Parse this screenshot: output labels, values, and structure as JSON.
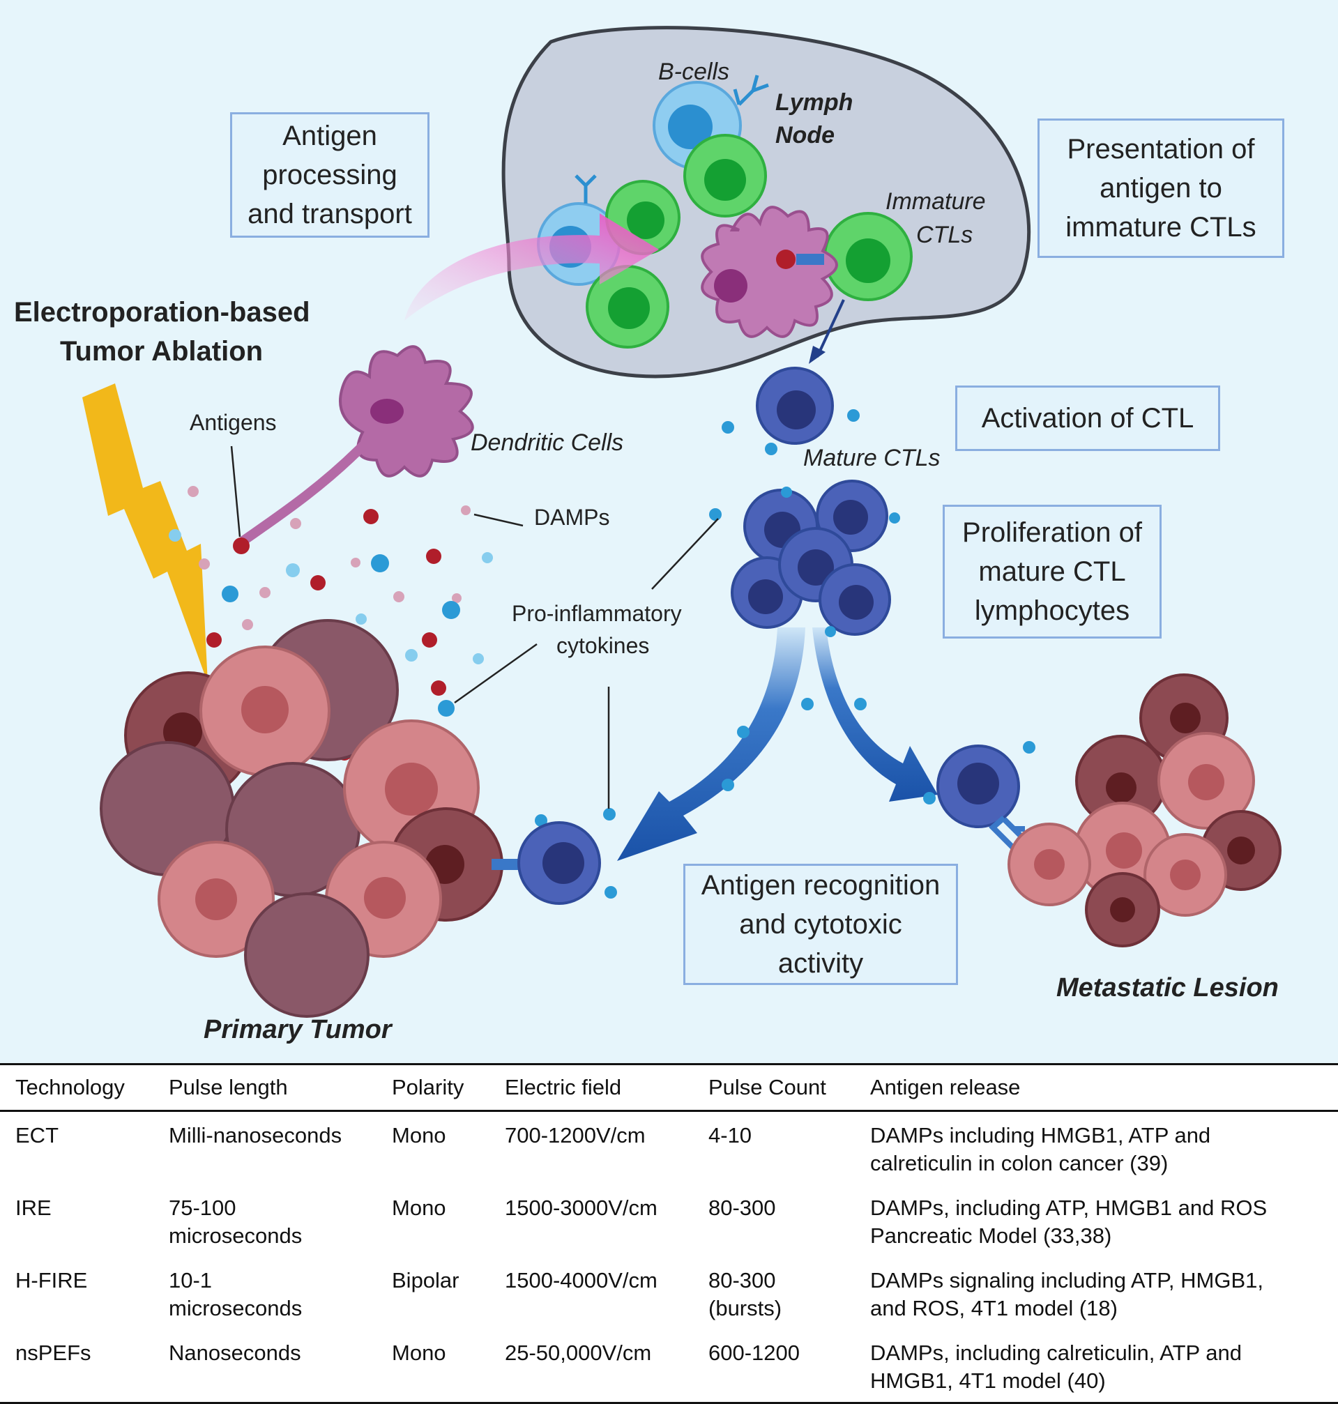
{
  "diagram": {
    "title_line1": "Electroporation-based",
    "title_line2": "Tumor Ablation",
    "labels": {
      "b_cells": "B-cells",
      "lymph_node_1": "Lymph",
      "lymph_node_2": "Node",
      "immature_ctls_1": "Immature",
      "immature_ctls_2": "CTLs",
      "antigens": "Antigens",
      "dendritic_cells": "Dendritic Cells",
      "damps": "DAMPs",
      "mature_ctls": "Mature CTLs",
      "cytokines_1": "Pro-inflammatory",
      "cytokines_2": "cytokines",
      "primary_tumor": "Primary Tumor",
      "metastatic_lesion": "Metastatic Lesion"
    },
    "boxes": {
      "antigen_processing": [
        "Antigen",
        "processing",
        "and transport"
      ],
      "presentation": [
        "Presentation of",
        "antigen to",
        "immature CTLs"
      ],
      "activation": [
        "Activation of CTL"
      ],
      "proliferation": [
        "Proliferation of",
        "mature CTL",
        "lymphocytes"
      ],
      "recognition": [
        "Antigen recognition",
        "and cytotoxic",
        "activity"
      ]
    },
    "colors": {
      "background": "#e6f5fb",
      "lymph_node": "#c8d0de",
      "b_cell": "#8fcdf0",
      "ctl_immature": "#5fd46a",
      "ctl_mature": "#4b62b8",
      "dendritic": "#b46aa6",
      "arrow_blue": "#1f5bb0",
      "arrow_pink": "#e84fc0",
      "lightning": "#f2b81a",
      "tumor": "#b5727a"
    }
  },
  "table": {
    "headers": [
      "Technology",
      "Pulse length",
      "Polarity",
      "Electric field",
      "Pulse Count",
      "Antigen release"
    ],
    "rows": [
      {
        "technology": "ECT",
        "pulse_length": [
          "Milli-nanoseconds"
        ],
        "polarity": "Mono",
        "electric_field": "700-1200V/cm",
        "pulse_count": [
          "4-10"
        ],
        "antigen_release": [
          "DAMPs including HMGB1, ATP and",
          "calreticulin in colon cancer (39)"
        ]
      },
      {
        "technology": "IRE",
        "pulse_length": [
          "75-100",
          "microseconds"
        ],
        "polarity": "Mono",
        "electric_field": "1500-3000V/cm",
        "pulse_count": [
          "80-300"
        ],
        "antigen_release": [
          "DAMPs, including ATP, HMGB1 and ROS",
          "Pancreatic Model (33,38)"
        ]
      },
      {
        "technology": "H-FIRE",
        "pulse_length": [
          "10-1",
          "microseconds"
        ],
        "polarity": "Bipolar",
        "electric_field": "1500-4000V/cm",
        "pulse_count": [
          "80-300",
          "(bursts)"
        ],
        "antigen_release": [
          "DAMPs signaling including ATP, HMGB1,",
          "and ROS, 4T1 model (18)"
        ]
      },
      {
        "technology": "nsPEFs",
        "pulse_length": [
          "Nanoseconds"
        ],
        "polarity": "Mono",
        "electric_field": "25-50,000V/cm",
        "pulse_count": [
          "600-1200"
        ],
        "antigen_release": [
          "DAMPs, including calreticulin, ATP and",
          "HMGB1, 4T1 model (40)"
        ]
      }
    ]
  }
}
